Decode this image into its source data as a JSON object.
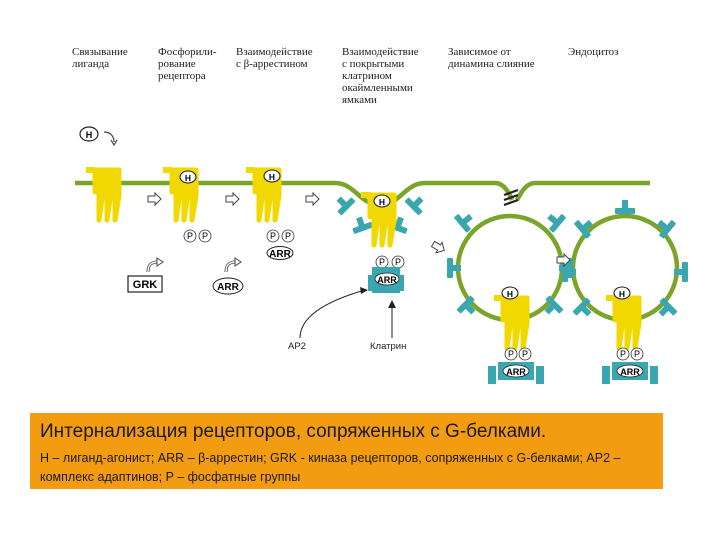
{
  "headers": [
    "Связывание\nлиганда",
    "Фосфорили-\nрование\nрецептора",
    "Взаимодействие\nс β-аррестином",
    "Взаимодействие\nс покрытыми\nклатрином\nокаймленными\nямками",
    "Зависимое от\nдинамина слияние",
    "Эндоцитоз"
  ],
  "labels": {
    "ligand": "H",
    "phosphate": "P",
    "arrestin": "ARR",
    "grk": "GRK",
    "ap2": "AP2",
    "clathrin": "Клатрин"
  },
  "caption": {
    "title": "Интернализация рецепторов, сопряженных с G-белками.",
    "text": "H – лиганд-агонист; ARR – β-аррестин; GRK - киназа рецепторов, сопряженных с G-белками; AP2 – комплекс адаптинов; P – фосфатные группы"
  },
  "colors": {
    "membrane": "#7aa52a",
    "receptor": "#f0d800",
    "clathrin": "#3aa7b0",
    "caption_bg": "#f39c12"
  }
}
